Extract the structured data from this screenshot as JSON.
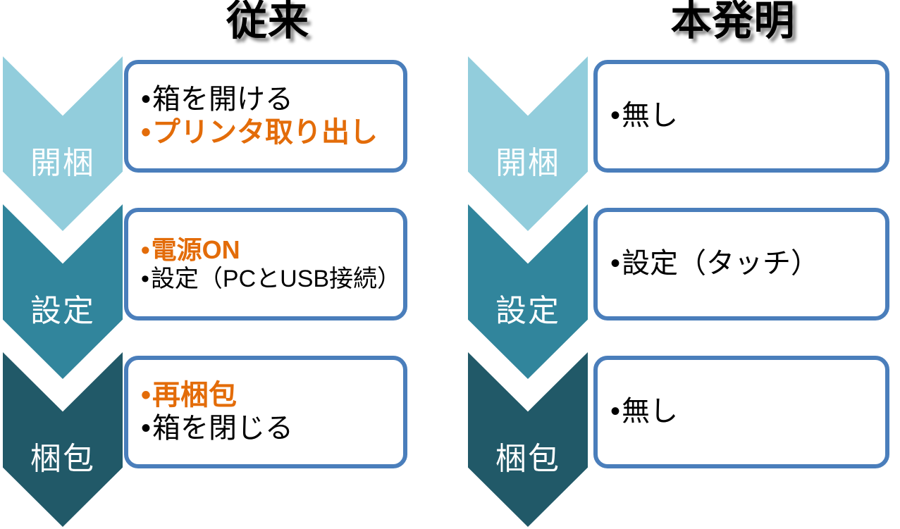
{
  "colors": {
    "box_border": "#4A7EBB",
    "accent_orange": "#E36C09",
    "chevron_light": "#92CDDC",
    "chevron_mid": "#31859C",
    "chevron_dark": "#215968",
    "text_black": "#000000",
    "chevron_label_text": "#FFFFFF",
    "background": "#FFFFFF"
  },
  "columns": [
    {
      "id": "conventional",
      "title": "従来",
      "rows": [
        {
          "stage_label": "開梱",
          "chevron_color": "#92CDDC",
          "items": [
            {
              "text": "箱を開ける",
              "color": "#000000",
              "emphasis": false
            },
            {
              "text": "プリンタ取り出し",
              "color": "#E36C09",
              "emphasis": true
            }
          ]
        },
        {
          "stage_label": "設定",
          "chevron_color": "#31859C",
          "items": [
            {
              "text": "電源ON",
              "color": "#E36C09",
              "emphasis": true
            },
            {
              "text": "設定（PCとUSB接続）",
              "color": "#000000",
              "emphasis": false
            }
          ]
        },
        {
          "stage_label": "梱包",
          "chevron_color": "#215968",
          "items": [
            {
              "text": "再梱包",
              "color": "#E36C09",
              "emphasis": true
            },
            {
              "text": "箱を閉じる",
              "color": "#000000",
              "emphasis": false
            }
          ]
        }
      ]
    },
    {
      "id": "invention",
      "title": "本発明",
      "rows": [
        {
          "stage_label": "開梱",
          "chevron_color": "#92CDDC",
          "items": [
            {
              "text": "無し",
              "color": "#000000",
              "emphasis": false
            }
          ]
        },
        {
          "stage_label": "設定",
          "chevron_color": "#31859C",
          "items": [
            {
              "text": "設定（タッチ）",
              "color": "#000000",
              "emphasis": false
            }
          ]
        },
        {
          "stage_label": "梱包",
          "chevron_color": "#215968",
          "items": [
            {
              "text": "無し",
              "color": "#000000",
              "emphasis": false
            }
          ]
        }
      ]
    }
  ],
  "bullet_glyph": "•"
}
